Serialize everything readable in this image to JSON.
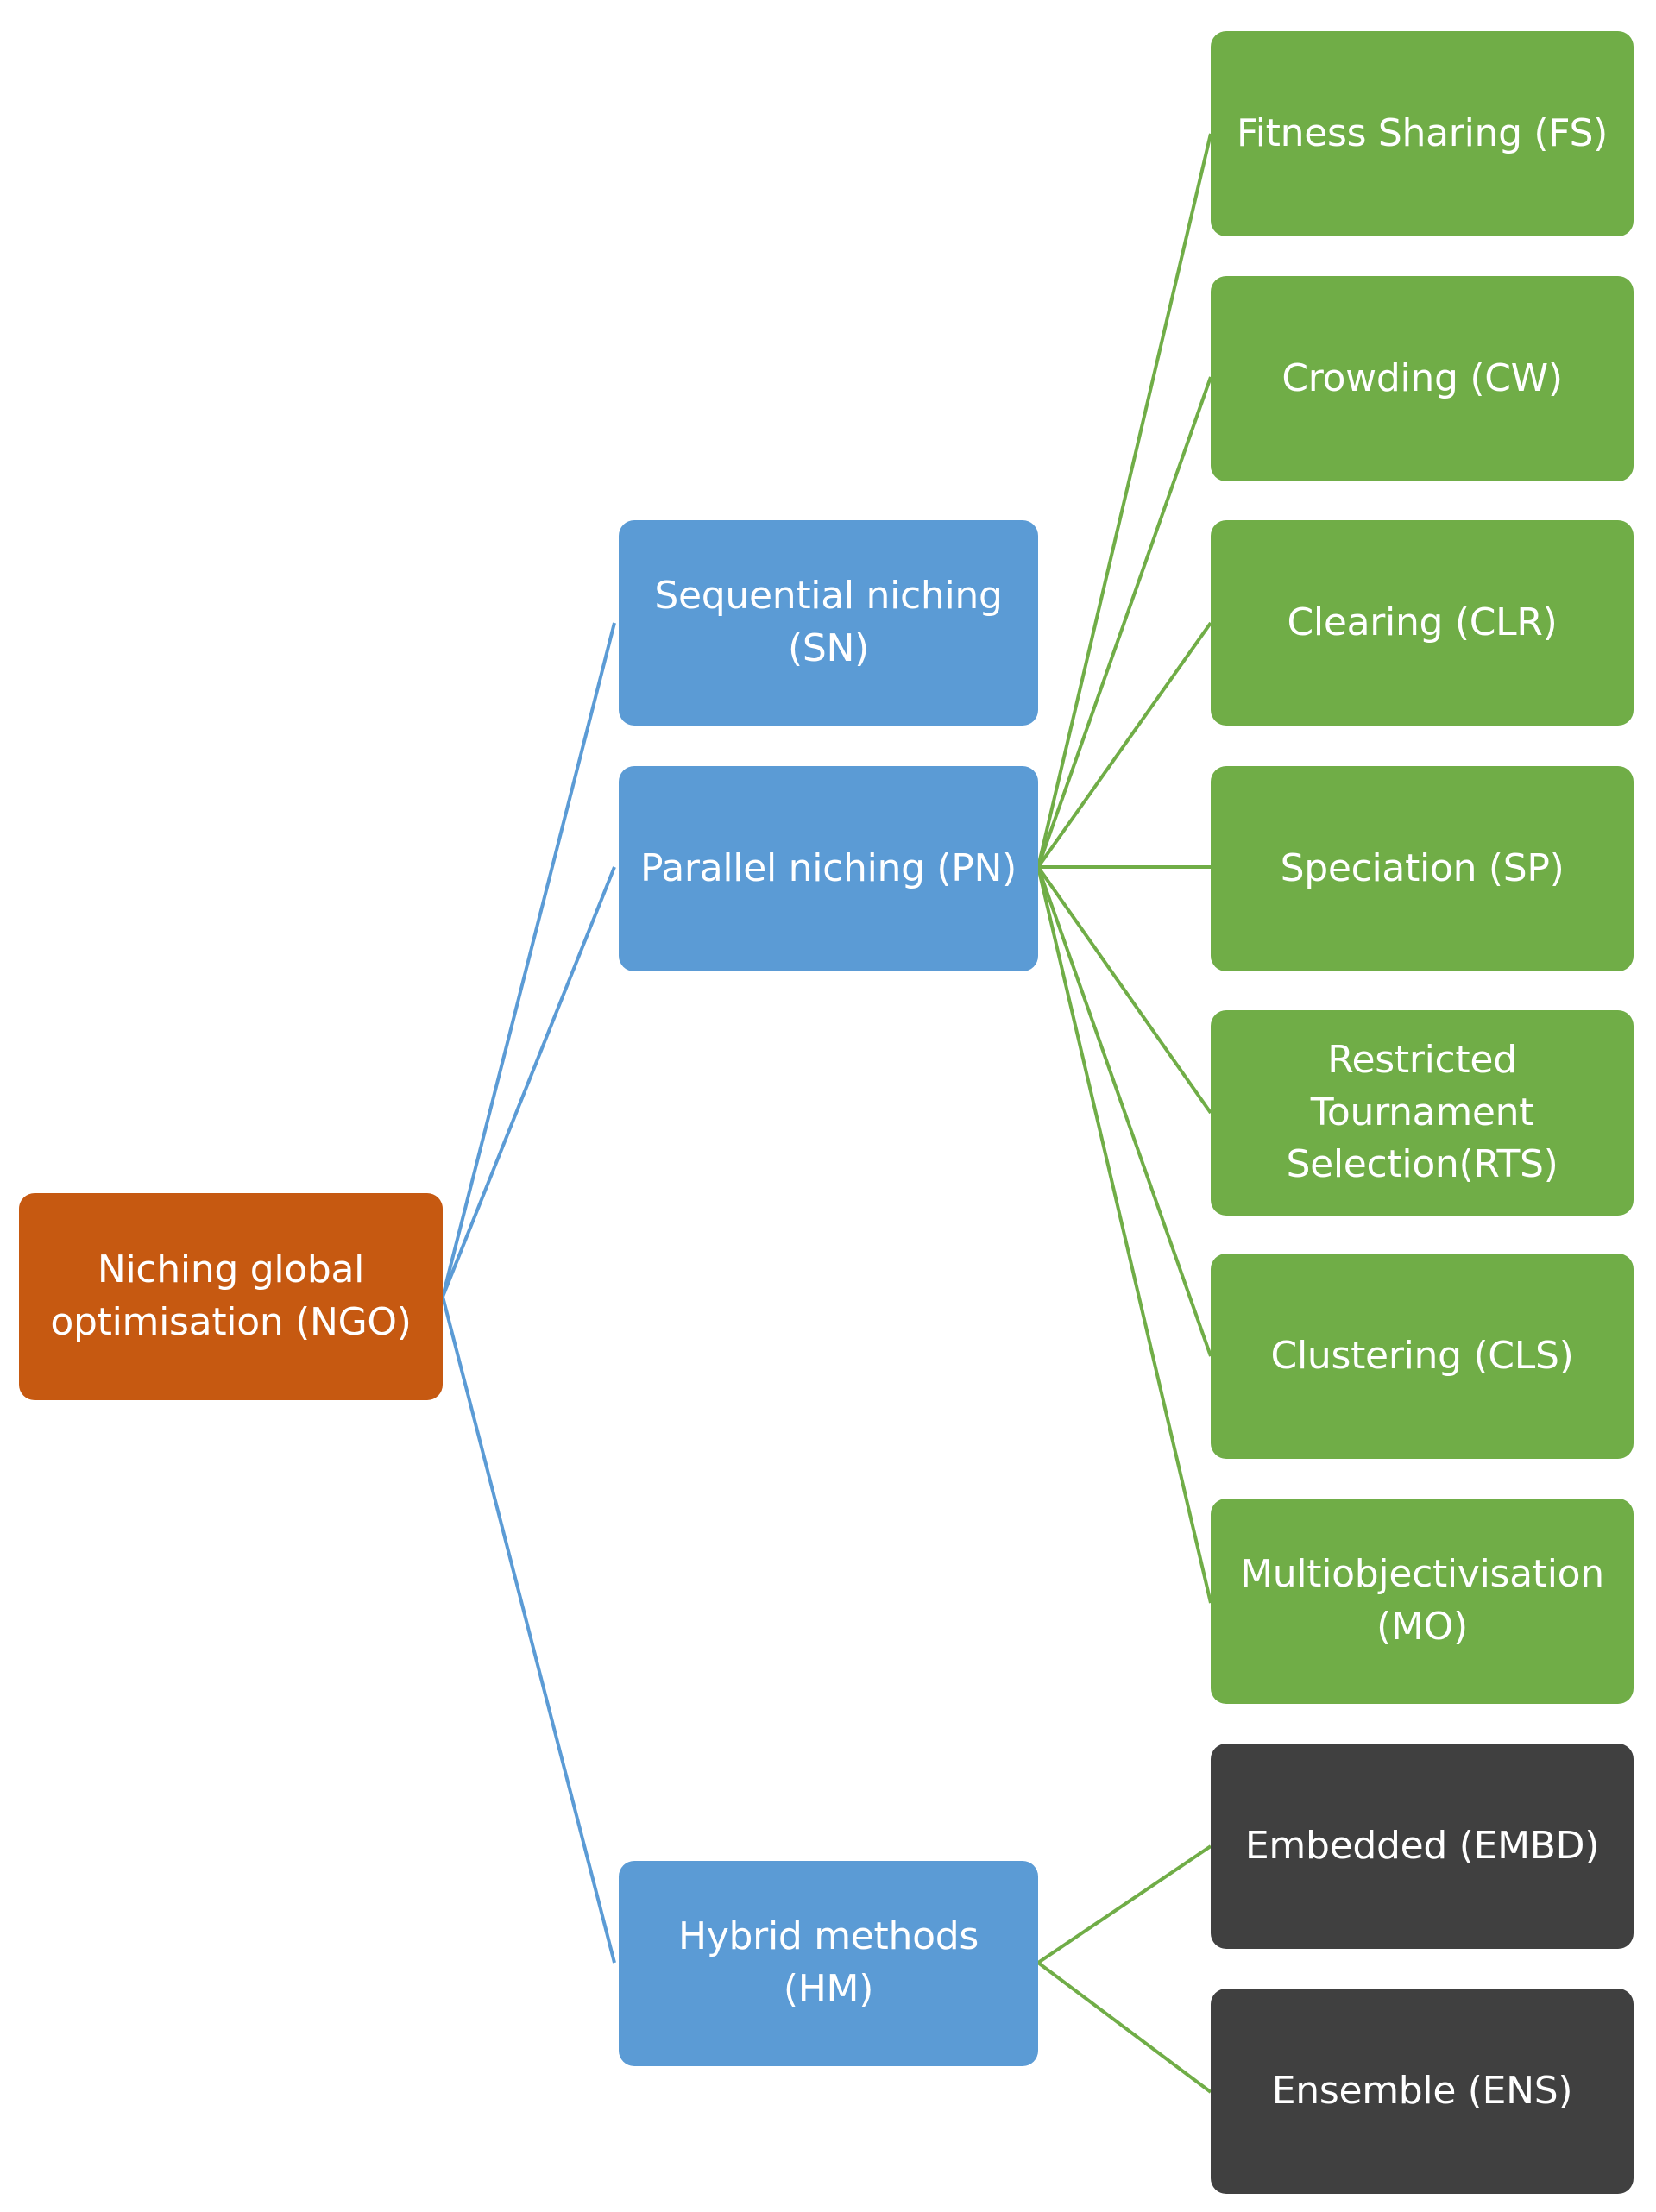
{
  "diagram": {
    "colors": {
      "root": "#c65911",
      "category": "#5b9bd5",
      "parallel_method": "#70ad47",
      "hybrid_method": "#404040",
      "blue_connector": "#5b9bd5",
      "green_connector": "#70ad47"
    },
    "root": {
      "label": "Niching  global\noptimisation (NGO)"
    },
    "categories": [
      {
        "id": "sn",
        "label": "Sequential niching\n(SN)"
      },
      {
        "id": "pn",
        "label": "Parallel niching (PN)"
      },
      {
        "id": "hm",
        "label": "Hybrid methods\n(HM)"
      }
    ],
    "parallel_methods": [
      {
        "id": "fs",
        "label": "Fitness Sharing (FS)"
      },
      {
        "id": "cw",
        "label": "Crowding (CW)"
      },
      {
        "id": "clr",
        "label": "Clearing (CLR)"
      },
      {
        "id": "sp",
        "label": "Speciation (SP)"
      },
      {
        "id": "rts",
        "label": "Restricted\nTournament\nSelection(RTS)"
      },
      {
        "id": "cls",
        "label": "Clustering (CLS)"
      },
      {
        "id": "mo",
        "label": "Multiobjectivisation\n(MO)"
      }
    ],
    "hybrid_methods": [
      {
        "id": "embd",
        "label": "Embedded (EMBD)"
      },
      {
        "id": "ens",
        "label": "Ensemble (ENS)"
      }
    ]
  }
}
